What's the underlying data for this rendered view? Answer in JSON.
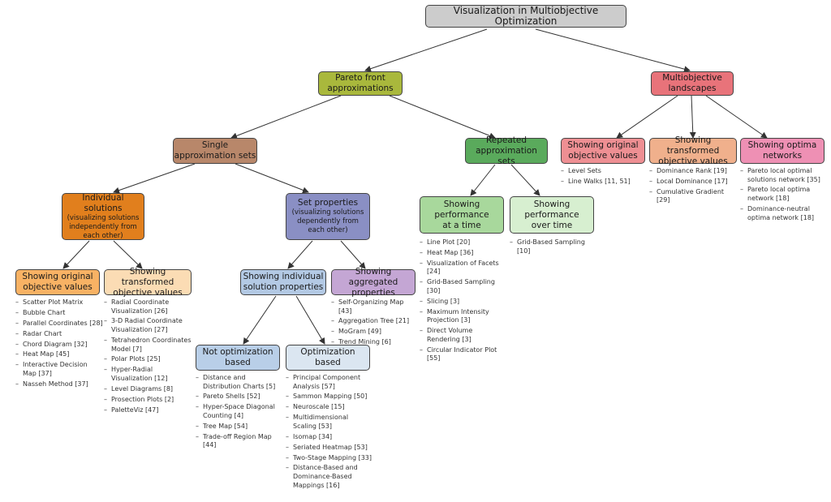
{
  "root": "Visualization in Multiobjective Optimization",
  "pareto": [
    "Pareto front",
    "approximations"
  ],
  "multi": [
    "Multiobjective",
    "landscapes"
  ],
  "single": [
    "Single",
    "approximation sets"
  ],
  "repeated": [
    "Repeated",
    "approximation sets"
  ],
  "show_orig": [
    "Showing original",
    "objective values"
  ],
  "show_trans": [
    "Showing transformed",
    "objective values"
  ],
  "show_optima": [
    "Showing optima",
    "networks"
  ],
  "individual": {
    "title": "Individual solutions",
    "sub": [
      "(visualizing solutions",
      "independently from",
      "each other)"
    ]
  },
  "setprops": {
    "title": "Set properties",
    "sub": [
      "(visualizing solutions",
      "dependently from",
      "each other)"
    ]
  },
  "perf_time": [
    "Showing",
    "performance",
    "at a time"
  ],
  "perf_over": [
    "Showing",
    "performance",
    "over time"
  ],
  "show_indiv": [
    "Showing individual",
    "solution properties"
  ],
  "show_aggr": [
    "Showing aggregated",
    "properties"
  ],
  "not_opt": [
    "Not optimization",
    "based"
  ],
  "opt": [
    "Optimization",
    "based"
  ],
  "lists": {
    "orig_values": [
      "Scatter Plot Matrix",
      "Bubble Chart",
      "Parallel Coordinates [28]",
      "Radar Chart",
      "Chord Diagram [32]",
      "Heat Map [45]",
      "Interactive Decision Map [37]",
      "Nasseh Method [37]"
    ],
    "trans_values": [
      "Radial Coordinate Visualization [26]",
      "3-D Radial Coordinate Visualization [27]",
      "Tetrahedron Coordinates Model [7]",
      "Polar Plots [25]",
      "Hyper-Radial Visualization [12]",
      "Level Diagrams [8]",
      "Prosection Plots [2]",
      "PaletteViz [47]"
    ],
    "not_opt": [
      "Distance and Distribution Charts [5]",
      "Pareto Shells [52]",
      "Hyper-Space Diagonal Counting [4]",
      "Tree Map [54]",
      "Trade-off Region Map [44]"
    ],
    "opt": [
      "Principal Component Analysis [57]",
      "Sammon Mapping [50]",
      "Neuroscale [15]",
      "Multidimensional Scaling [53]",
      "Isomap [34]",
      "Seriated Heatmap [53]",
      "Two-Stage Mapping [33]",
      "Distance-Based and Dominance-Based Mappings [16]"
    ],
    "aggr": [
      "Self-Organizing Map [43]",
      "Aggregation Tree [21]",
      "MoGram [49]",
      "Trend Mining [6]"
    ],
    "perf_time": [
      "Line Plot [20]",
      "Heat Map [36]",
      "Visualization of Facets [24]",
      "Grid-Based Sampling [30]",
      "Slicing [3]",
      "Maximum Intensity Projection [3]",
      "Direct Volume Rendering [3]",
      "Circular Indicator Plot [55]"
    ],
    "perf_over": [
      "Grid-Based Sampling [10]"
    ],
    "land_orig": [
      "Level Sets",
      "Line Walks [11, 51]"
    ],
    "land_trans": [
      "Dominance Rank [19]",
      "Local Dominance [17]",
      "Cumulative Gradient [29]"
    ],
    "land_optima": [
      "Pareto local optimal solutions network [35]",
      "Pareto local optima network [18]",
      "Dominance-neutral optima network [18]"
    ]
  },
  "colors": {
    "root": "#cccccc",
    "pareto": "#a9b83c",
    "multi": "#e8737a",
    "single": "#b8876a",
    "repeated": "#5aaa5c",
    "land_orig": "#ee8f93",
    "land_trans": "#f0b08c",
    "land_optima": "#ee90b4",
    "individual": "#e17f1d",
    "setprops": "#8a8fc4",
    "perf_time": "#a8d89c",
    "perf_over": "#d7efd0",
    "orig": "#f8b264",
    "trans": "#fbdcb4",
    "indiv": "#b3c9e4",
    "aggr": "#c4a6d4",
    "not_opt": "#b9cfe8",
    "opt": "#dbe6f1"
  }
}
